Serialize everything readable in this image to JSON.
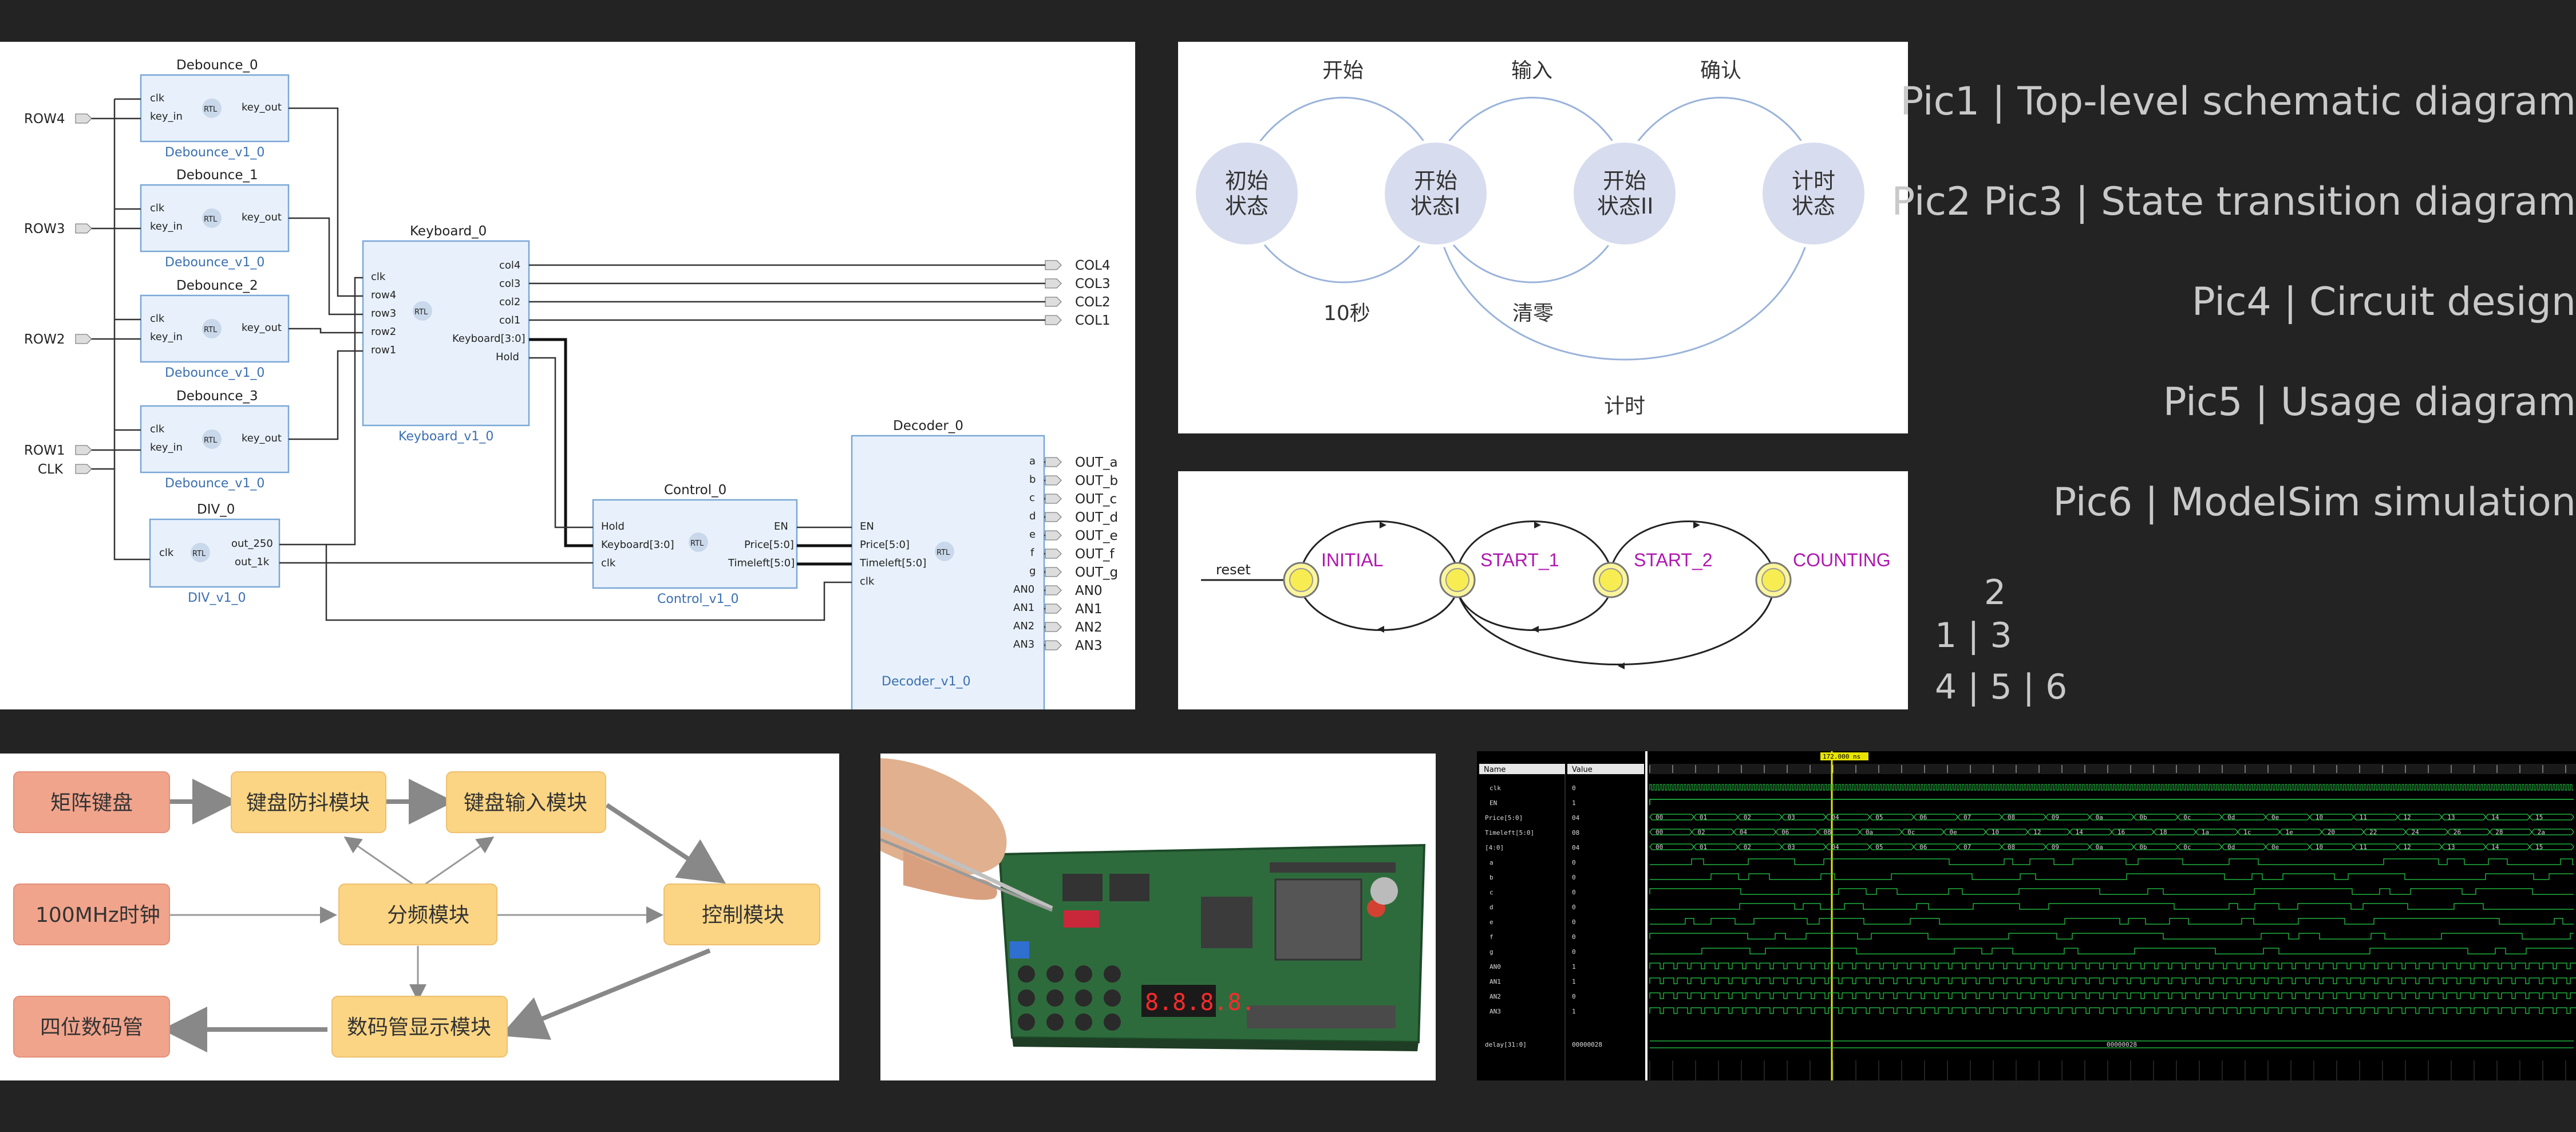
{
  "captions": [
    {
      "label": "Pic1 |  Top-level schematic diagram"
    },
    {
      "label": "Pic2 Pic3 |  State transition diagram"
    },
    {
      "label": "Pic4 |  Circuit design"
    },
    {
      "label": "Pic5 |  Usage diagram"
    },
    {
      "label": "Pic6 |  ModelSim simulation"
    }
  ],
  "layout_legend": [
    "2",
    "1 | 3",
    "4 | 5 | 6"
  ],
  "pic1": {
    "inputs": [
      "ROW4",
      "ROW3",
      "ROW2",
      "ROW1",
      "CLK"
    ],
    "debounce": [
      {
        "title": "Debounce_0",
        "sub": "Debounce_v1_0"
      },
      {
        "title": "Debounce_1",
        "sub": "Debounce_v1_0"
      },
      {
        "title": "Debounce_2",
        "sub": "Debounce_v1_0"
      },
      {
        "title": "Debounce_3",
        "sub": "Debounce_v1_0"
      }
    ],
    "debounce_ports": {
      "clk": "clk",
      "key_in": "key_in",
      "key_out": "key_out",
      "rtl": "RTL"
    },
    "div": {
      "title": "DIV_0",
      "sub": "DIV_v1_0",
      "in": "clk",
      "out1": "out_250",
      "out2": "out_1k"
    },
    "keyboard": {
      "title": "Keyboard_0",
      "sub": "Keyboard_v1_0",
      "in_ports": [
        "clk",
        "row4",
        "row3",
        "row2",
        "row1"
      ],
      "out_ports": [
        "col4",
        "col3",
        "col2",
        "col1",
        "Keyboard[3:0]",
        "Hold"
      ]
    },
    "control": {
      "title": "Control_0",
      "sub": "Control_v1_0",
      "in_ports": [
        "Hold",
        "Keyboard[3:0]",
        "clk"
      ],
      "out_ports": [
        "EN",
        "Price[5:0]",
        "Timeleft[5:0]"
      ]
    },
    "decoder": {
      "title": "Decoder_0",
      "sub": "Decoder_v1_0",
      "in_ports": [
        "EN",
        "Price[5:0]",
        "Timeleft[5:0]",
        "clk"
      ],
      "out_ports": [
        "a",
        "b",
        "c",
        "d",
        "e",
        "f",
        "g",
        "AN0",
        "AN1",
        "AN2",
        "AN3"
      ]
    },
    "col_outputs": [
      "COL4",
      "COL3",
      "COL2",
      "COL1"
    ],
    "dec_outputs": [
      "OUT_a",
      "OUT_b",
      "OUT_c",
      "OUT_d",
      "OUT_e",
      "OUT_f",
      "OUT_g",
      "AN0",
      "AN1",
      "AN2",
      "AN3"
    ]
  },
  "pic2": {
    "states": [
      {
        "line1": "初始",
        "line2": "状态"
      },
      {
        "line1": "开始",
        "line2": "状态I"
      },
      {
        "line1": "开始",
        "line2": "状态II"
      },
      {
        "line1": "计时",
        "line2": "状态"
      }
    ],
    "transitions_top": [
      "开始",
      "输入",
      "确认"
    ],
    "transitions_bottom": [
      "10秒",
      "清零"
    ],
    "transition_long": "计时"
  },
  "pic3": {
    "reset_label": "reset",
    "states": [
      "INITIAL",
      "START_1",
      "START_2",
      "COUNTING"
    ]
  },
  "pic4": {
    "boxes": [
      "矩阵键盘",
      "键盘防抖模块",
      "键盘输入模块",
      "100MHz时钟",
      "分频模块",
      "控制模块",
      "四位数码管",
      "数码管显示模块"
    ]
  },
  "pic5": {
    "display_text": "8.8.8.8."
  },
  "pic6": {
    "name_header": "Name",
    "value_header": "Value",
    "signals": [
      {
        "name": "clk",
        "value": "0"
      },
      {
        "name": "EN",
        "value": "1"
      },
      {
        "name": "Price[5:0]",
        "value": "04"
      },
      {
        "name": "Timeleft[5:0]",
        "value": "08"
      },
      {
        "name": "[4:0]",
        "value": "04"
      },
      {
        "name": "a",
        "value": "0"
      },
      {
        "name": "b",
        "value": "0"
      },
      {
        "name": "c",
        "value": "0"
      },
      {
        "name": "d",
        "value": "0"
      },
      {
        "name": "e",
        "value": "0"
      },
      {
        "name": "f",
        "value": "0"
      },
      {
        "name": "g",
        "value": "0"
      },
      {
        "name": "AN0",
        "value": "1"
      },
      {
        "name": "AN1",
        "value": "1"
      },
      {
        "name": "AN2",
        "value": "0"
      },
      {
        "name": "AN3",
        "value": "1"
      },
      {
        "name": "delay[31:0]",
        "value": "00000028"
      }
    ],
    "cursor_label": "172.000 ns",
    "bus_values": [
      "00",
      "01",
      "02",
      "03",
      "04",
      "05",
      "06",
      "07",
      "08",
      "09",
      "0a",
      "0b",
      "0c",
      "0d",
      "0e",
      "10",
      "11",
      "12",
      "13",
      "14",
      "15"
    ],
    "price_values": [
      "00",
      "02",
      "04",
      "06",
      "08",
      "0a",
      "0c",
      "0e",
      "10",
      "12",
      "14",
      "16",
      "18",
      "1a",
      "1c",
      "1e",
      "20",
      "22",
      "24",
      "26",
      "28",
      "2a"
    ],
    "delay_bus": "00000028"
  }
}
